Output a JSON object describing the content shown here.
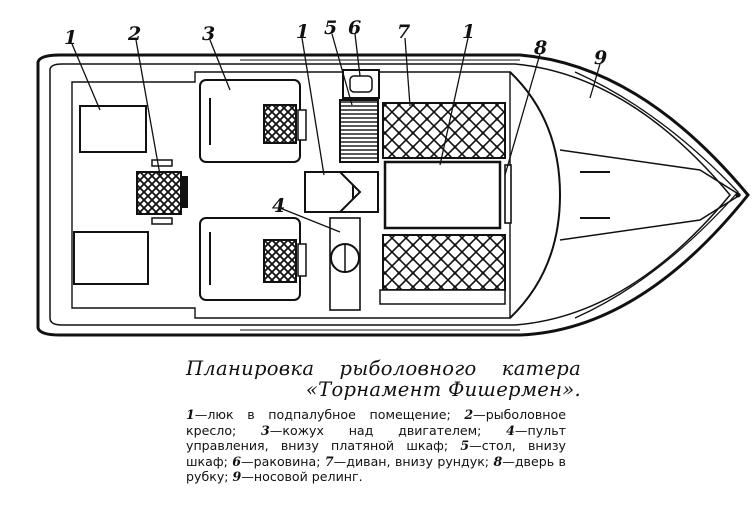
{
  "callouts": {
    "c1a": "1",
    "c2": "2",
    "c3": "3",
    "c1b": "1",
    "c5": "5",
    "c6": "6",
    "c7": "7",
    "c1c": "1",
    "c8": "8",
    "c9": "9",
    "c4": "4"
  },
  "caption": {
    "title_line1": "Планировка рыболовного катера",
    "title_line2": "«Торнамент Фишермен».",
    "items": [
      {
        "num": "1",
        "text": "—люк в подпалубное помещение; "
      },
      {
        "num": "2",
        "text": "—рыболовное кресло; "
      },
      {
        "num": "3",
        "text": "—кожух над двигателем; "
      },
      {
        "num": "4",
        "text": "—пульт управления, внизу платяной шкаф; "
      },
      {
        "num": "5",
        "text": "—стол, внизу шкаф; "
      },
      {
        "num": "6",
        "text": "—раковина; "
      },
      {
        "num": "7",
        "text": "—диван, внизу рундук; "
      },
      {
        "num": "8",
        "text": "—дверь в рубку; "
      },
      {
        "num": "9",
        "text": "—носовой релинг."
      }
    ]
  }
}
